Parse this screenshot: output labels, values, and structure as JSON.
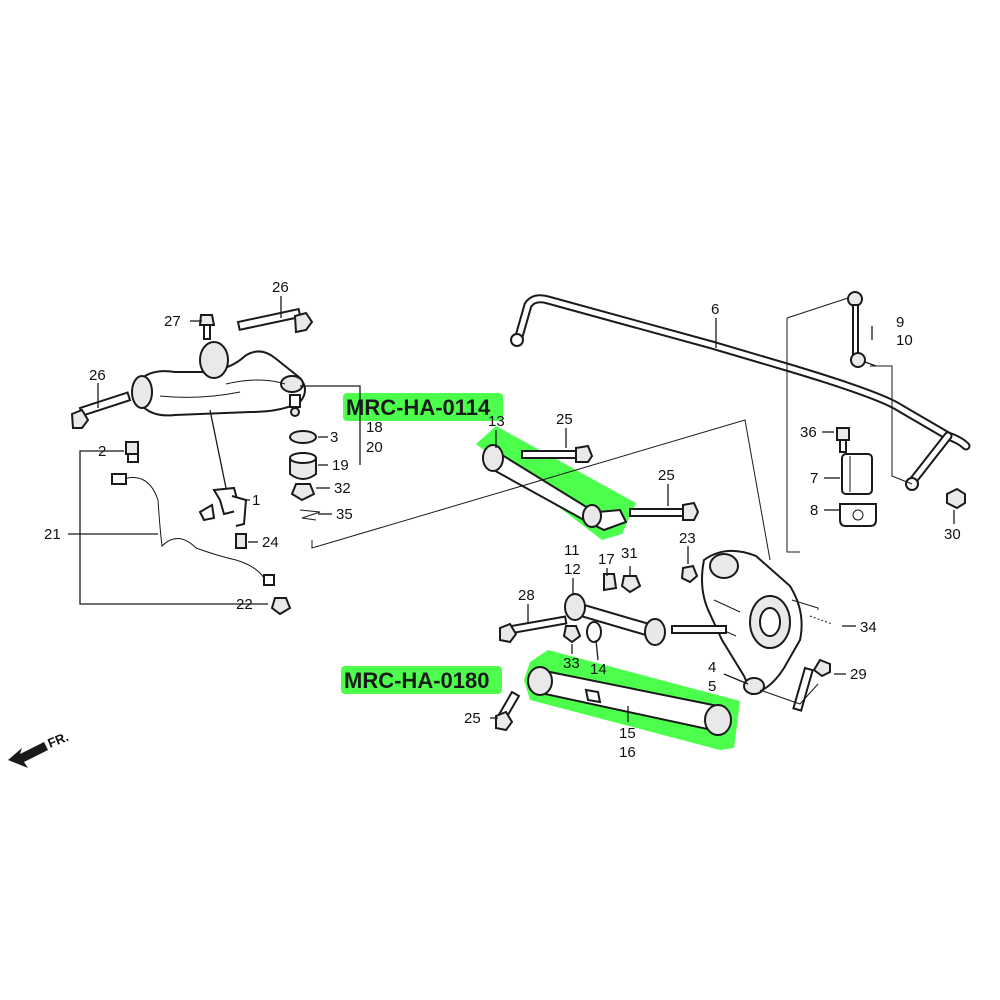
{
  "diagram": {
    "highlight_color": "#4dff4d",
    "highlight_labels": {
      "upper_arm": "MRC-HA-0114",
      "lower_arm": "MRC-HA-0180"
    },
    "front_indicator": "FR.",
    "callouts": {
      "c1": "1",
      "c2": "2",
      "c3": "3",
      "c4": "4",
      "c5": "5",
      "c6": "6",
      "c7": "7",
      "c8": "8",
      "c9": "9",
      "c10": "10",
      "c11": "11",
      "c12": "12",
      "c13": "13",
      "c14": "14",
      "c15": "15",
      "c16": "16",
      "c17": "17",
      "c18": "18",
      "c19": "19",
      "c20": "20",
      "c21": "21",
      "c22": "22",
      "c23": "23",
      "c24": "24",
      "c25a": "25",
      "c25b": "25",
      "c25c": "25",
      "c26a": "26",
      "c26b": "26",
      "c27": "27",
      "c28": "28",
      "c29": "29",
      "c30": "30",
      "c31": "31",
      "c32": "32",
      "c33": "33",
      "c34": "34",
      "c35": "35",
      "c36": "36"
    }
  }
}
